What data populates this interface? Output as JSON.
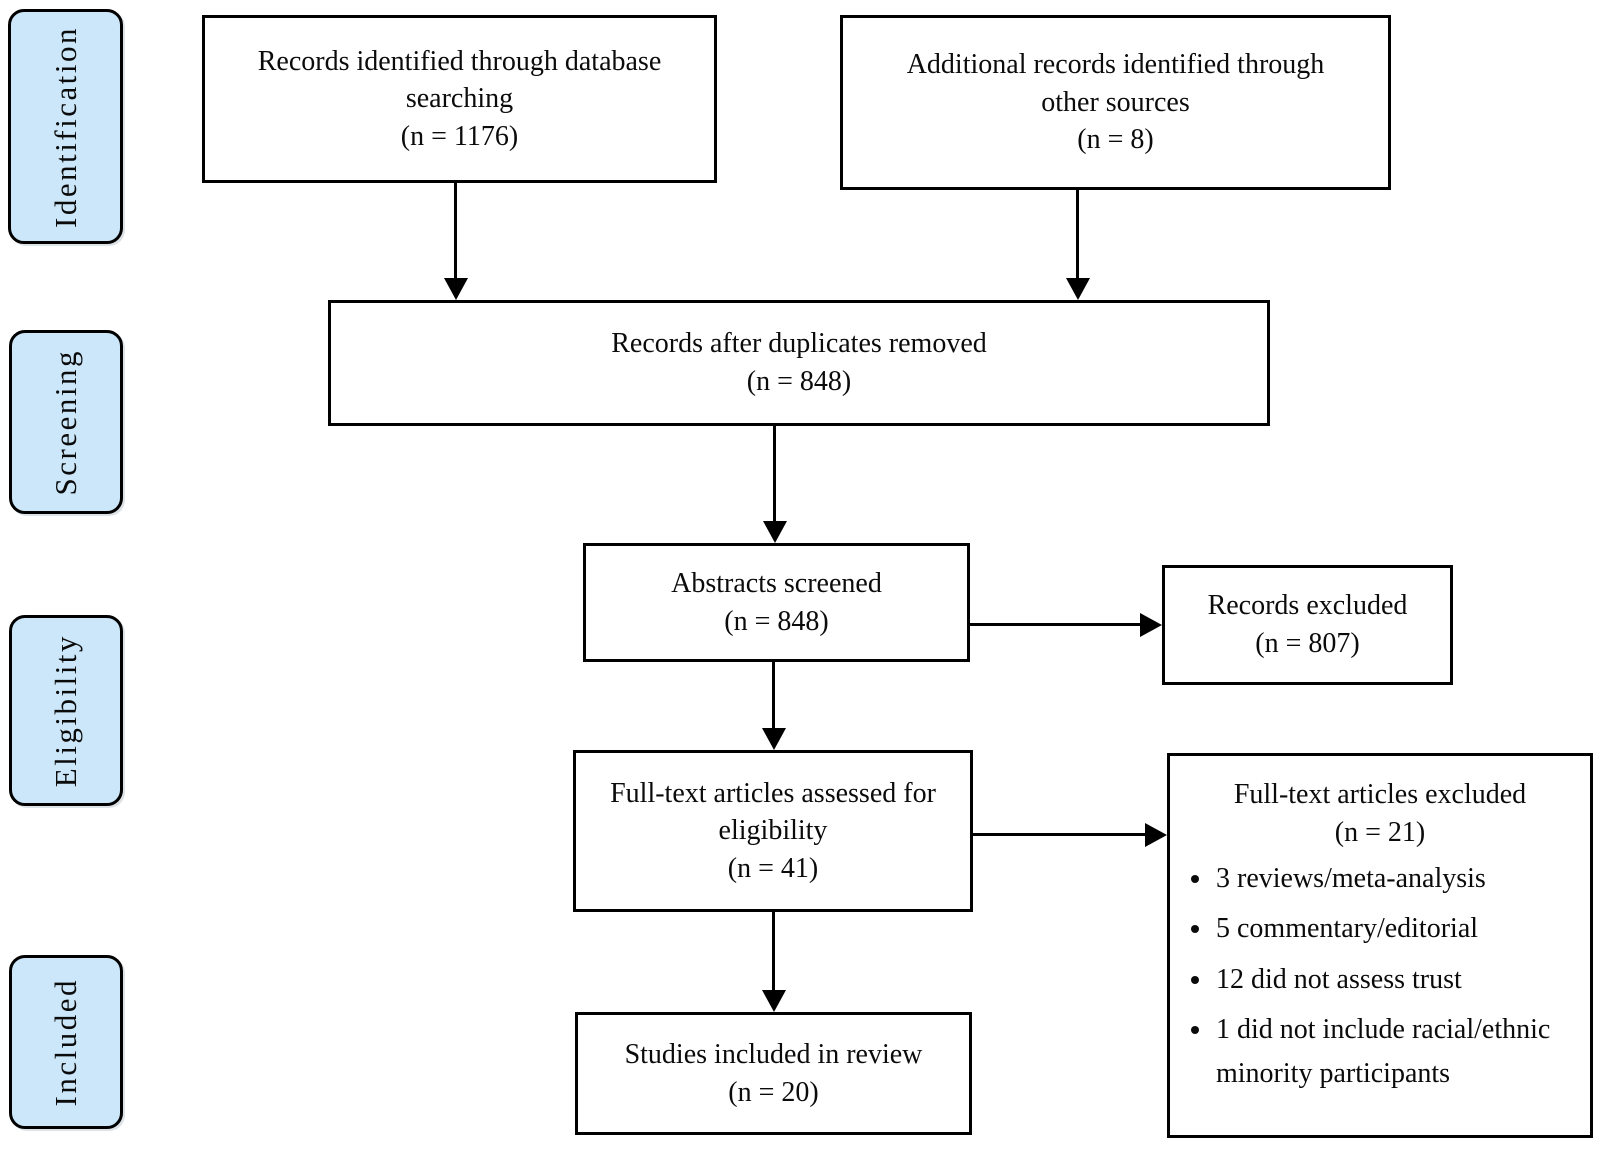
{
  "colors": {
    "stage_fill": "#cbe7f9",
    "line": "#000000",
    "text": "#0b0b0b",
    "background": "#ffffff"
  },
  "stages": [
    {
      "label": "Identification"
    },
    {
      "label": "Screening"
    },
    {
      "label": "Eligibility"
    },
    {
      "label": "Included"
    }
  ],
  "boxes": {
    "records_identified": {
      "lines": [
        "Records identified through database",
        "searching",
        "(n = 1176)"
      ]
    },
    "additional_records": {
      "lines": [
        "Additional records identified through",
        "other sources",
        "(n = 8)"
      ]
    },
    "duplicates_removed": {
      "lines": [
        "Records after duplicates removed",
        "(n = 848)"
      ]
    },
    "abstracts_screened": {
      "lines": [
        "Abstracts screened",
        "(n = 848)"
      ]
    },
    "records_excluded": {
      "lines": [
        "Records excluded",
        "(n = 807)"
      ]
    },
    "fulltext_assessed": {
      "lines": [
        "Full-text articles assessed for",
        "eligibility",
        "(n = 41)"
      ]
    },
    "fulltext_excluded": {
      "title_lines": [
        "Full-text articles excluded",
        "(n = 21)"
      ],
      "reasons": [
        "3 reviews/meta-analysis",
        "5 commentary/editorial",
        "12 did not assess trust",
        "1 did not include racial/ethnic minority participants"
      ]
    },
    "studies_included": {
      "lines": [
        "Studies included in review",
        "(n = 20)"
      ]
    }
  }
}
